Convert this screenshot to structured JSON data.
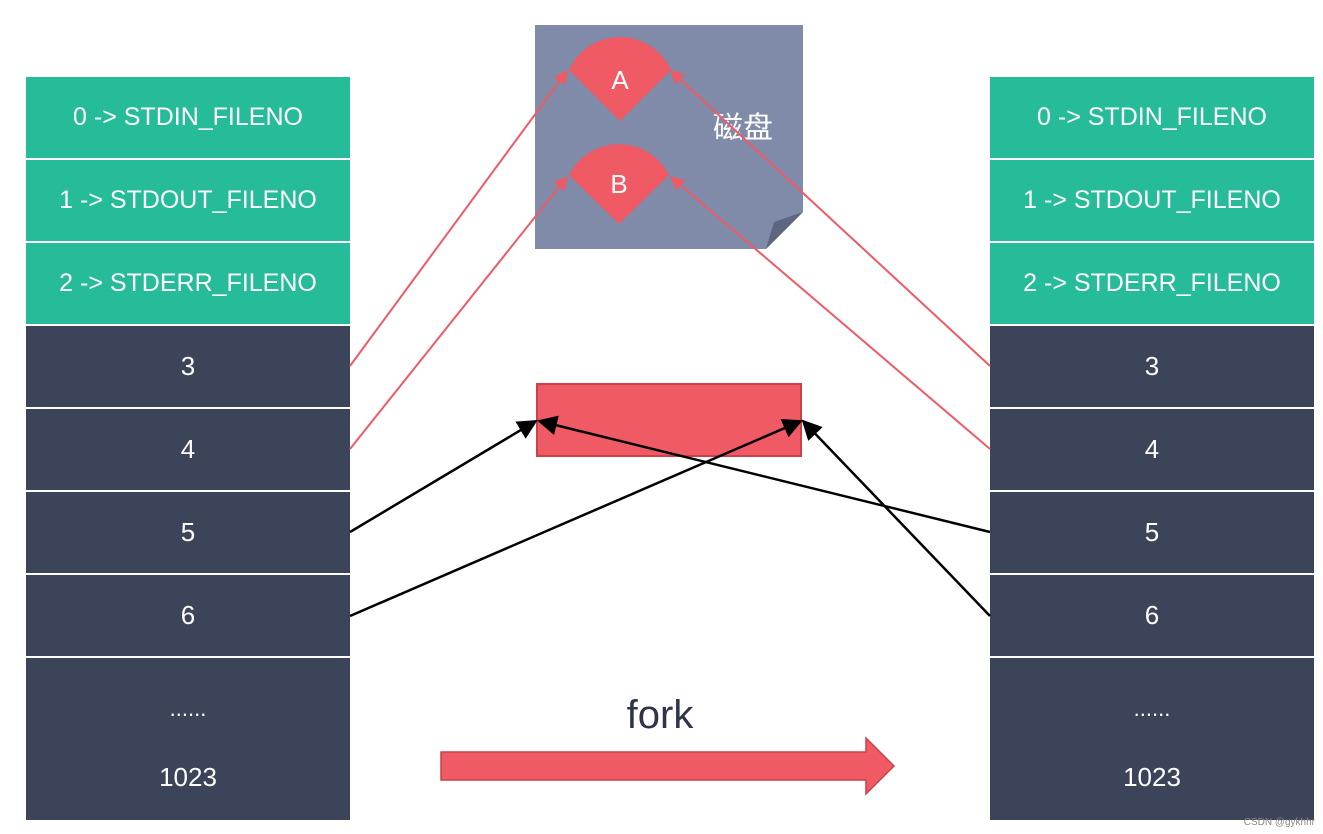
{
  "left_table": {
    "rows": [
      "0 -> STDIN_FILENO",
      "1 -> STDOUT_FILENO",
      "2 -> STDERR_FILENO",
      "3",
      "4",
      "5",
      "6"
    ],
    "ellipsis": "......",
    "last": "1023"
  },
  "right_table": {
    "rows": [
      "0 -> STDIN_FILENO",
      "1 -> STDOUT_FILENO",
      "2 -> STDERR_FILENO",
      "3",
      "4",
      "5",
      "6"
    ],
    "ellipsis": "......",
    "last": "1023"
  },
  "disk": {
    "label": "磁盘",
    "file_a": "A",
    "file_b": "B"
  },
  "fork_label": "fork",
  "watermark": "CSDN @gykhhr",
  "colors": {
    "std": "#26bc9a",
    "user": "#3c4459",
    "disk": "#7f8ba8",
    "red": "#ef5a64",
    "arrow_black": "#000000"
  }
}
